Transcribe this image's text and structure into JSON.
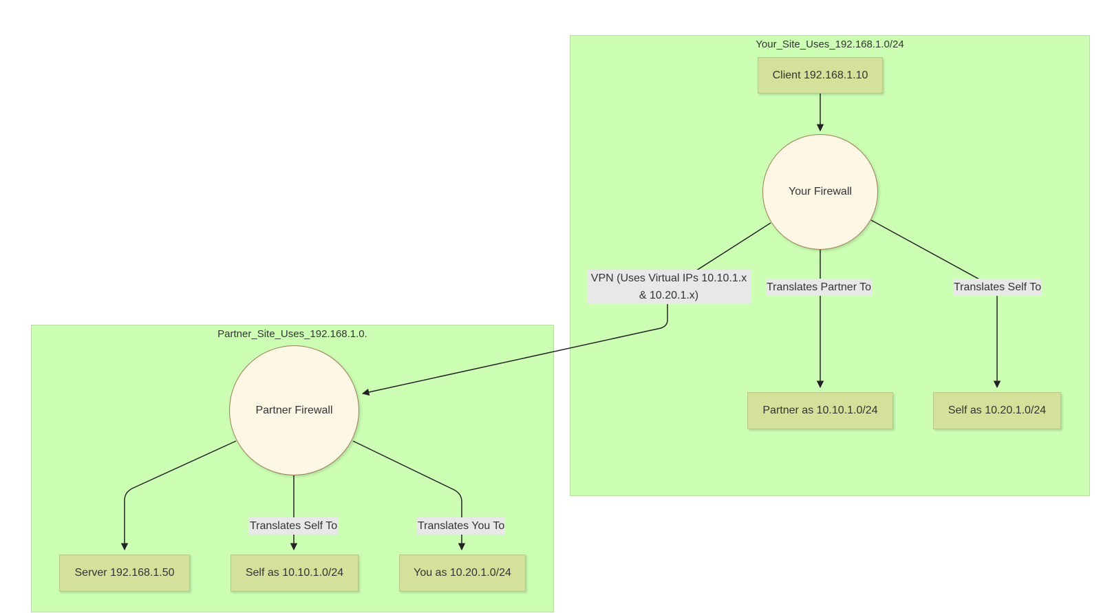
{
  "groups": {
    "your_site": {
      "title": "Your_Site_Uses_192.168.1.0/24"
    },
    "partner_site": {
      "title": "Partner_Site_Uses_192.168.1.0."
    }
  },
  "nodes": {
    "client": "Client 192.168.1.10",
    "your_firewall": "Your Firewall",
    "partner_as": "Partner as 10.10.1.0/24",
    "self_as_20": "Self as 10.20.1.0/24",
    "partner_firewall": "Partner Firewall",
    "server": "Server 192.168.1.50",
    "self_as_10": "Self as 10.10.1.0/24",
    "you_as": "You as 10.20.1.0/24"
  },
  "edge_labels": {
    "vpn_line1": "VPN (Uses Virtual IPs 10.10.1.x",
    "vpn_line2": "& 10.20.1.x)",
    "translates_partner_to": "Translates Partner To",
    "translates_self_to_your": "Translates Self To",
    "translates_self_to_partner": "Translates Self To",
    "translates_you_to": "Translates You To"
  },
  "colors": {
    "group_fill": "#ccffb3",
    "box_fill": "#d4e19a",
    "circle_fill": "#fcf7e4",
    "circle_border": "#9a7f57",
    "edge": "#222222",
    "label_bg": "#e8e8e8"
  }
}
